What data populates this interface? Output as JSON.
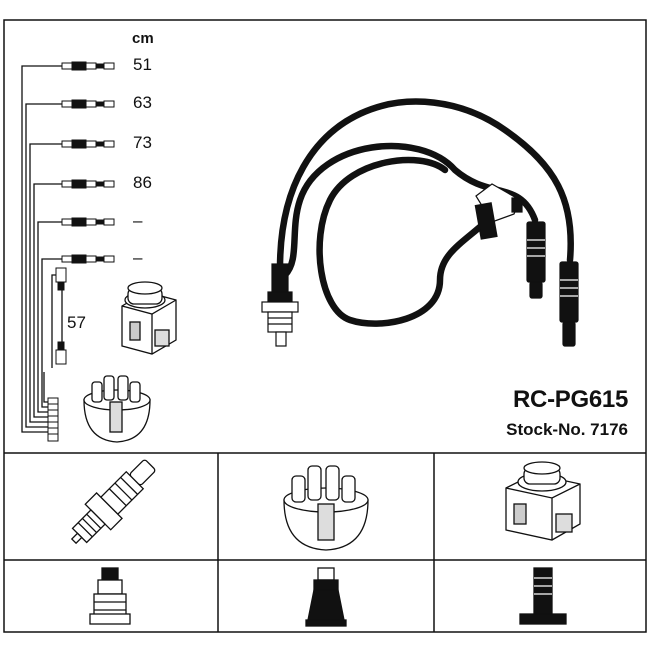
{
  "diagram": {
    "unit_label": "cm",
    "lengths": [
      "51",
      "63",
      "73",
      "86",
      "–",
      "–"
    ],
    "side_length": "57",
    "model": "RC-PG615",
    "stock_number": "Stock-No. 7176"
  },
  "colors": {
    "line": "#111111",
    "background": "#ffffff"
  },
  "icons": {
    "top_left": [
      "ignition-coil-icon",
      "distributor-cap-icon"
    ],
    "row_1": [
      "spark-plug-icon",
      "distributor-cap-icon",
      "ignition-coil-icon"
    ],
    "row_2": [
      "plug-connector-straight-icon",
      "plug-connector-boot-icon",
      "coil-connector-icon"
    ]
  }
}
